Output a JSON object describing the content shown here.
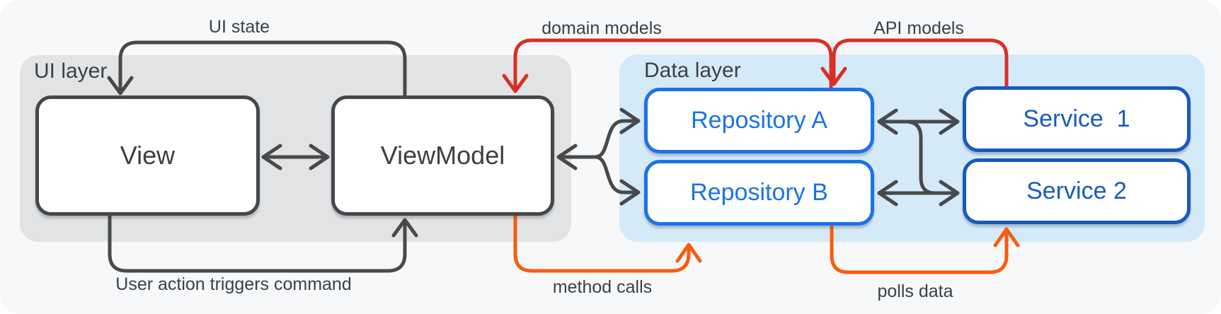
{
  "regions": {
    "ui_layer": {
      "label": "UI layer"
    },
    "data_layer": {
      "label": "Data layer"
    }
  },
  "nodes": {
    "view": {
      "label": "View"
    },
    "viewmodel": {
      "label": "ViewModel"
    },
    "repository_a": {
      "label": "Repository A"
    },
    "repository_b": {
      "label": "Repository B"
    },
    "service_1": {
      "label": "Service  1"
    },
    "service_2": {
      "label": "Service 2"
    }
  },
  "edge_labels": {
    "ui_state": {
      "label": "UI state"
    },
    "user_action": {
      "label": "User action triggers command"
    },
    "domain_models": {
      "label": "domain models"
    },
    "method_calls": {
      "label": "method calls"
    },
    "api_models": {
      "label": "API models"
    },
    "polls_data": {
      "label": "polls data"
    }
  },
  "colors": {
    "canvas": "#f7f8fa",
    "region_gray": "#e2e3e5",
    "region_blue": "#d5eaf8",
    "ink": "#45484a",
    "edge_dark": "#47494b",
    "red": "#d93025",
    "orange": "#f85c0d",
    "blue": "#1a73e8",
    "navy": "#185abc",
    "label_text": "#3c4043"
  }
}
